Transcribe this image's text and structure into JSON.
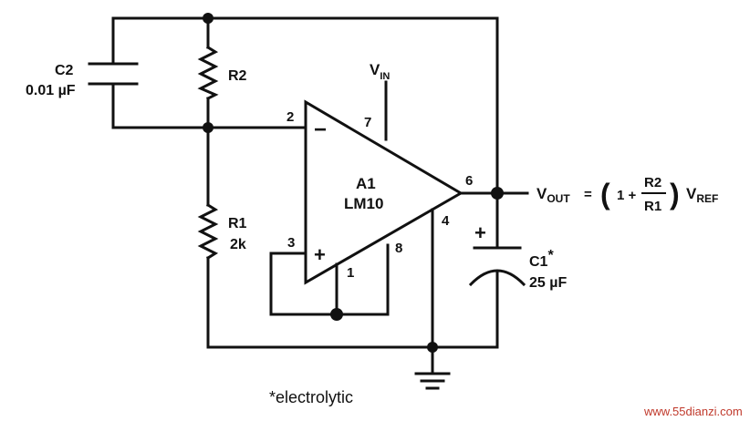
{
  "circuit": {
    "opamp": {
      "ref": "A1",
      "part": "LM10",
      "pin_inv": "2",
      "pin_noninv": "3",
      "pin_vin": "7",
      "pin_out": "6",
      "pin_gnd": "4",
      "pin_ref": "1",
      "pin_8": "8",
      "minus": "−",
      "plus": "+"
    },
    "c2": {
      "ref": "C2",
      "value": "0.01 µF"
    },
    "r2": {
      "ref": "R2"
    },
    "r1": {
      "ref": "R1",
      "value": "2k"
    },
    "c1": {
      "ref": "C1",
      "star": "*",
      "value": "25 µF",
      "plus": "+"
    },
    "vin": {
      "main": "V",
      "sub": "IN"
    },
    "equation": {
      "vout_main": "V",
      "vout_sub": "OUT",
      "equals": "=",
      "lparen": "(",
      "one_plus": "1 +",
      "num": "R2",
      "den": "R1",
      "rparen": ")",
      "vref_main": "V",
      "vref_sub": "REF"
    },
    "footnote": "*electrolytic"
  },
  "watermark": "www.55dianzi.com"
}
